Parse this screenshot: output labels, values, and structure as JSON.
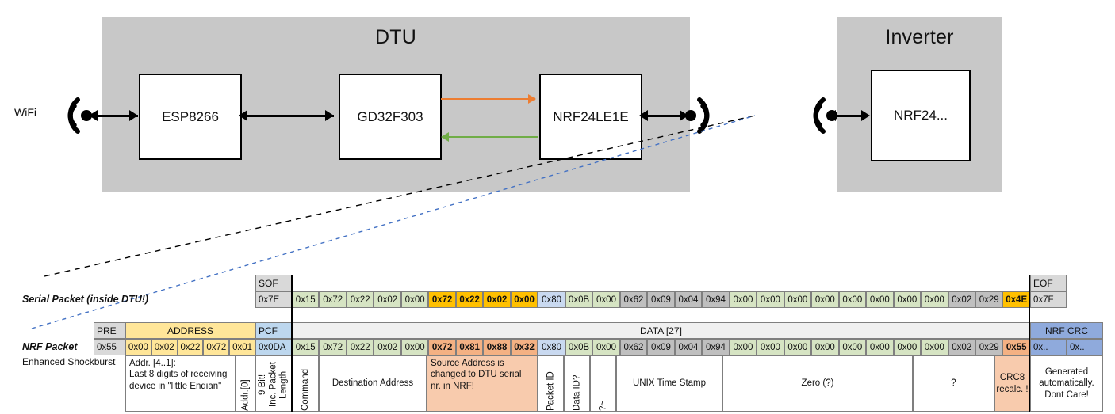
{
  "block_diagram": {
    "dtu": {
      "title": "DTU",
      "chips": [
        {
          "label": "ESP8266"
        },
        {
          "label": "GD32F303"
        },
        {
          "label": "NRF24LE1E"
        }
      ],
      "wifi_label": "WiFi",
      "antenna_icon": "wifi-antenna-icon",
      "internal_arrow_forward": "orange-arrow-right",
      "internal_arrow_back": "green-arrow-left"
    },
    "inverter": {
      "title": "Inverter",
      "chips": [
        {
          "label": "NRF24..."
        }
      ],
      "antenna_icon": "wifi-antenna-icon"
    }
  },
  "serial_packet": {
    "label": "Serial Packet (inside DTU!)",
    "sof_header": "SOF",
    "eof_header": "EOF",
    "sof_value": "0x7E",
    "eof_value": "0x7F",
    "bytes": [
      {
        "v": "0x15",
        "c": "c-green"
      },
      {
        "v": "0x72",
        "c": "c-green"
      },
      {
        "v": "0x22",
        "c": "c-green"
      },
      {
        "v": "0x02",
        "c": "c-green"
      },
      {
        "v": "0x00",
        "c": "c-green"
      },
      {
        "v": "0x72",
        "c": "c-orange",
        "b": true
      },
      {
        "v": "0x22",
        "c": "c-orange",
        "b": true
      },
      {
        "v": "0x02",
        "c": "c-orange",
        "b": true
      },
      {
        "v": "0x00",
        "c": "c-orange",
        "b": true
      },
      {
        "v": "0x80",
        "c": "c-blue"
      },
      {
        "v": "0x0B",
        "c": "c-green"
      },
      {
        "v": "0x00",
        "c": "c-green"
      },
      {
        "v": "0x62",
        "c": "c-bytegray"
      },
      {
        "v": "0x09",
        "c": "c-bytegray"
      },
      {
        "v": "0x04",
        "c": "c-bytegray"
      },
      {
        "v": "0x94",
        "c": "c-bytegray"
      },
      {
        "v": "0x00",
        "c": "c-green"
      },
      {
        "v": "0x00",
        "c": "c-green"
      },
      {
        "v": "0x00",
        "c": "c-green"
      },
      {
        "v": "0x00",
        "c": "c-green"
      },
      {
        "v": "0x00",
        "c": "c-green"
      },
      {
        "v": "0x00",
        "c": "c-green"
      },
      {
        "v": "0x00",
        "c": "c-green"
      },
      {
        "v": "0x00",
        "c": "c-green"
      },
      {
        "v": "0x02",
        "c": "c-bytegray"
      },
      {
        "v": "0x29",
        "c": "c-bytegray"
      },
      {
        "v": "0x4E",
        "c": "c-orange",
        "b": true
      }
    ]
  },
  "nrf_packet": {
    "label": "NRF Packet",
    "sublabel": "Enhanced Shockburst",
    "headers": {
      "pre": "PRE",
      "address": "ADDRESS",
      "pcf": "PCF",
      "data": "DATA [27]",
      "nrf_crc": "NRF CRC"
    },
    "pre_value": "0x55",
    "address_values": [
      "0x00",
      "0x02",
      "0x22",
      "0x72",
      "0x01"
    ],
    "pcf_value": "0x0DA",
    "bytes": [
      {
        "v": "0x15",
        "c": "c-green"
      },
      {
        "v": "0x72",
        "c": "c-green"
      },
      {
        "v": "0x22",
        "c": "c-green"
      },
      {
        "v": "0x02",
        "c": "c-green"
      },
      {
        "v": "0x00",
        "c": "c-green"
      },
      {
        "v": "0x72",
        "c": "c-salmon",
        "b": true
      },
      {
        "v": "0x81",
        "c": "c-salmon",
        "b": true
      },
      {
        "v": "0x88",
        "c": "c-salmon",
        "b": true
      },
      {
        "v": "0x32",
        "c": "c-salmon",
        "b": true
      },
      {
        "v": "0x80",
        "c": "c-blue"
      },
      {
        "v": "0x0B",
        "c": "c-green"
      },
      {
        "v": "0x00",
        "c": "c-green"
      },
      {
        "v": "0x62",
        "c": "c-bytegray"
      },
      {
        "v": "0x09",
        "c": "c-bytegray"
      },
      {
        "v": "0x04",
        "c": "c-bytegray"
      },
      {
        "v": "0x94",
        "c": "c-bytegray"
      },
      {
        "v": "0x00",
        "c": "c-green"
      },
      {
        "v": "0x00",
        "c": "c-green"
      },
      {
        "v": "0x00",
        "c": "c-green"
      },
      {
        "v": "0x00",
        "c": "c-green"
      },
      {
        "v": "0x00",
        "c": "c-green"
      },
      {
        "v": "0x00",
        "c": "c-green"
      },
      {
        "v": "0x00",
        "c": "c-green"
      },
      {
        "v": "0x00",
        "c": "c-green"
      },
      {
        "v": "0x02",
        "c": "c-bytegray"
      },
      {
        "v": "0x29",
        "c": "c-bytegray"
      },
      {
        "v": "0x55",
        "c": "c-salmon",
        "b": true
      }
    ],
    "crc_values": [
      "0x..",
      "0x.."
    ]
  },
  "annotations": {
    "address_note": "Addr. [4..1]:\nLast 8 digits of receiving device in \"little Endian\"",
    "addr0": "Addr.[0]",
    "packet_length": "9 Bit!\nInc. Packet Length",
    "command": "Command",
    "destination_address": "Destination Address",
    "source_address_note": "Source Address is changed to DTU serial nr. in NRF!",
    "packet_id": "Packet ID",
    "data_id": "Data ID?",
    "tilde": "?~",
    "unix_time_stamp": "UNIX Time Stamp",
    "zero": "Zero (?)",
    "question": "?",
    "crc8": "CRC8 recalc. !",
    "nrf_crc_note": "Generated automatically. Dont Care!"
  }
}
